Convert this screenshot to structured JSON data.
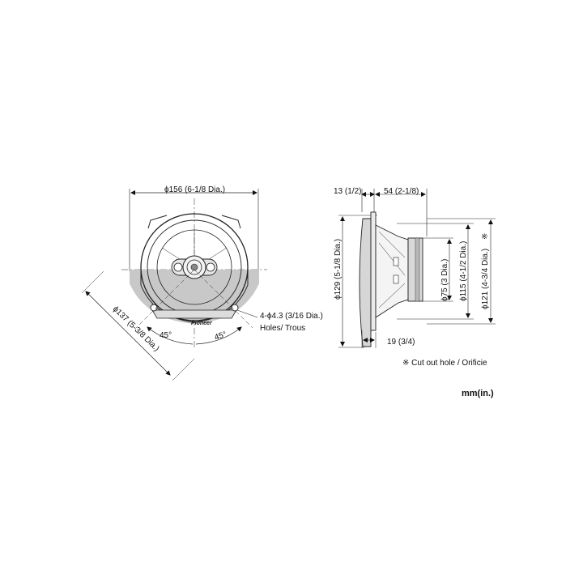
{
  "front_view": {
    "outer_diameter": "ϕ156 (6-1/8 Dia.)",
    "screw_circle": "ϕ137 (5-3/8 Dia.)",
    "angle_left": "45°",
    "angle_right": "45°",
    "holes": "4-ϕ4.3 (3/16 Dia.)",
    "holes_sub": "Holes/ Trous",
    "brand_logo": "Pioneer"
  },
  "side_view": {
    "flange_thickness": "13 (1/2)",
    "mounting_depth": "54 (2-1/8)",
    "grille_height": "ϕ129 (5-1/8 Dia.)",
    "magnet_diameter": "ϕ75 (3 Dia.)",
    "basket_diameter": "ϕ115 (4-1/2 Dia.)",
    "cutout_diameter": "ϕ121 (4-3/4 Dia.)",
    "cutout_mark": "※",
    "protrusion": "19 (3/4)"
  },
  "notes": {
    "cutout_note": "※ Cut out hole / Orificie",
    "units": "mm(in.)"
  }
}
